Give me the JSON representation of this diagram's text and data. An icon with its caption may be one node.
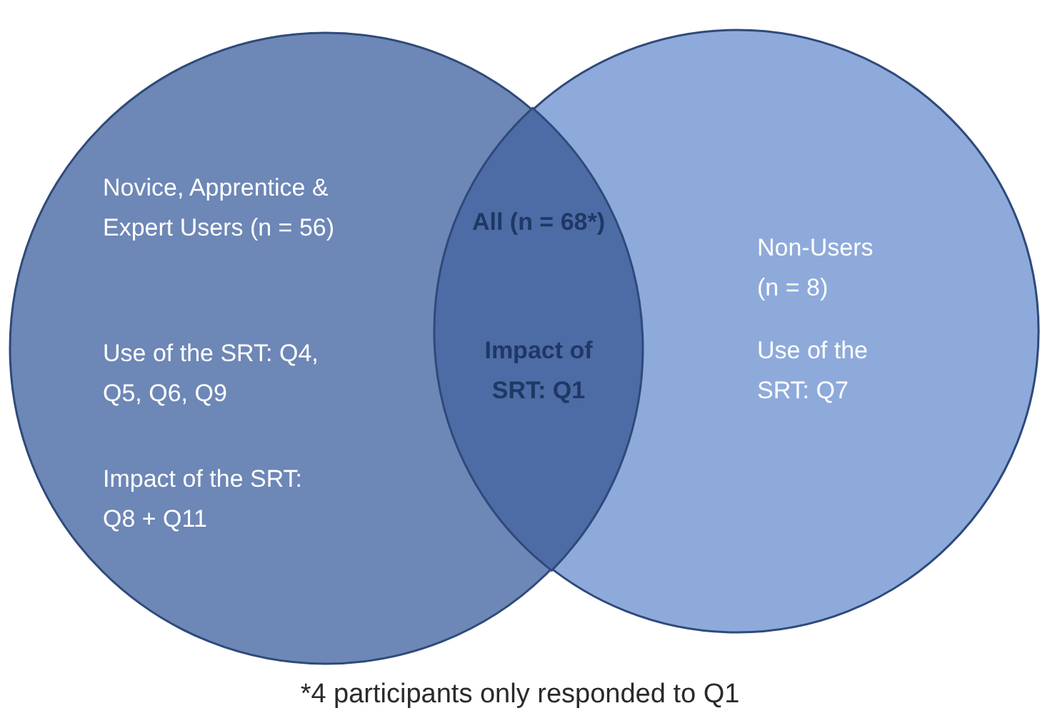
{
  "diagram": {
    "caption": "*4 participants only responded to Q1",
    "nodes": [
      {
        "text": [
          "Novice, Apprentice & Expert Users (n = 56)",
          "Use of the SRT: Q4, Q5, Q6, Q9",
          "Impact of the SRT: Q8 + Q11"
        ]
      },
      {
        "text": [
          "All (n = 68*)",
          "Impact of SRT: Q1"
        ]
      },
      {
        "text": [
          "Non-Users (n = 8)",
          "Use of the SRT: Q7"
        ]
      }
    ],
    "edges": []
  }
}
